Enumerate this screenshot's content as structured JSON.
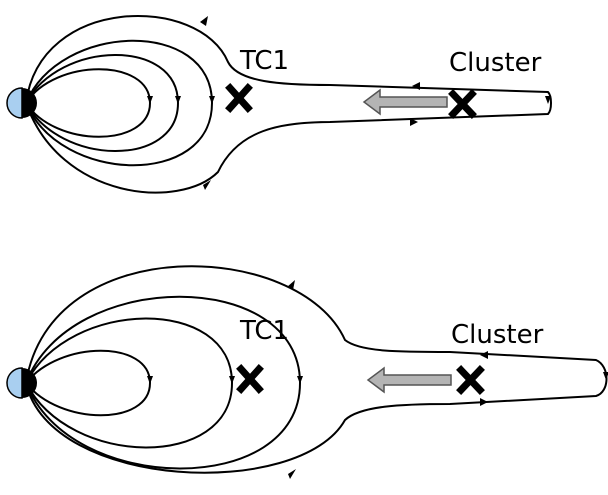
{
  "panels": [
    {
      "name": "top",
      "inner_label": "TC1",
      "outer_label": "Cluster"
    },
    {
      "name": "bottom",
      "inner_label": "TC1",
      "outer_label": "Cluster"
    }
  ],
  "colors": {
    "earth_day": "#a9cff0",
    "earth_night": "#000000",
    "field_lines": "#000000",
    "flow_arrow": "#b4b4b4"
  }
}
